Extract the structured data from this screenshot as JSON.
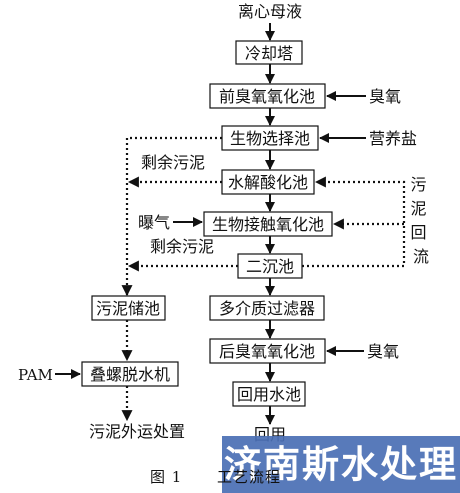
{
  "caption": {
    "figure": "图 1",
    "title": "工艺流程"
  },
  "watermark": "济南斯水处理",
  "main_flow": {
    "input": "离心母液",
    "units": [
      "冷却塔",
      "前臭氧氧化池",
      "生物选择池",
      "水解酸化池",
      "生物接触氧化池",
      "二沉池",
      "多介质过滤器",
      "后臭氧氧化池",
      "回用水池"
    ],
    "output": "回用"
  },
  "side_inputs": {
    "ozone_front": "臭氧",
    "nutrient": "营养盐",
    "aeration": "曝气",
    "ozone_rear": "臭氧",
    "pam": "PAM"
  },
  "sludge_line": {
    "excess_label_1": "剩余污泥",
    "excess_label_2": "剩余污泥",
    "return_label": "污泥回流",
    "storage": "污泥储池",
    "dewatering": "叠螺脱水机",
    "disposal": "污泥外运处置"
  }
}
